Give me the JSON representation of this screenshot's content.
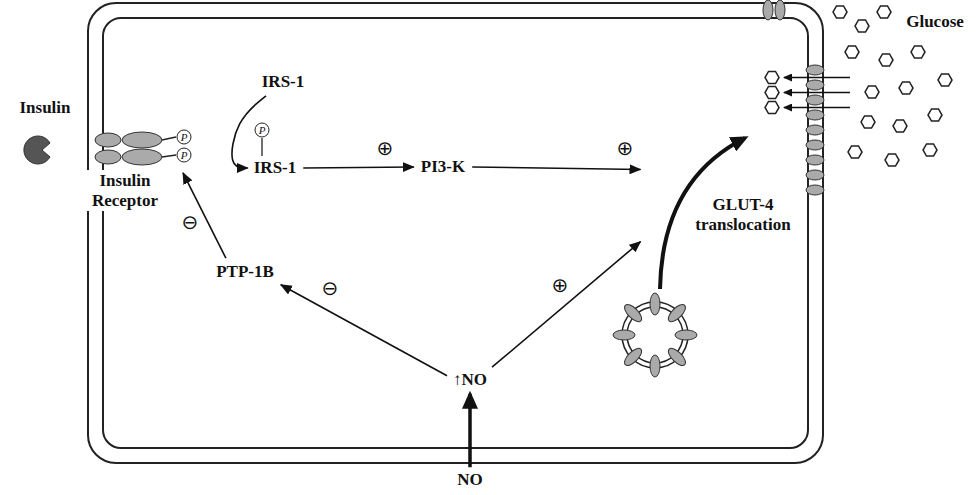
{
  "diagram": {
    "nodes": [
      {
        "text": [
          "Insulin Receptor"
        ]
      },
      {
        "text": [
          "IRS-1"
        ]
      },
      {
        "text": [
          "IRS-1"
        ]
      },
      {
        "text": [
          "PI3-K"
        ]
      },
      {
        "text": [
          "PTP-1B"
        ]
      },
      {
        "text": [
          "↑NO"
        ]
      },
      {
        "text": [
          "NO"
        ]
      },
      {
        "text": [
          "GLUT-4 translocation"
        ]
      }
    ],
    "edges": [
      {
        "from": 1,
        "to": 2,
        "arrow": "to"
      },
      {
        "from": 2,
        "to": 3,
        "label": "⊕",
        "arrow": "to"
      },
      {
        "from": 3,
        "to": 7,
        "label": "⊕",
        "arrow": "to"
      },
      {
        "from": 4,
        "to": 0,
        "label": "⊖",
        "arrow": "to"
      },
      {
        "from": 5,
        "to": 4,
        "label": "⊖",
        "arrow": "to"
      },
      {
        "from": 5,
        "to": 7,
        "label": "⊕",
        "arrow": "to"
      },
      {
        "from": 6,
        "to": 5,
        "arrow": "to"
      }
    ],
    "labels": [
      "Insulin",
      "P",
      "P",
      "P",
      "Glucose"
    ]
  }
}
